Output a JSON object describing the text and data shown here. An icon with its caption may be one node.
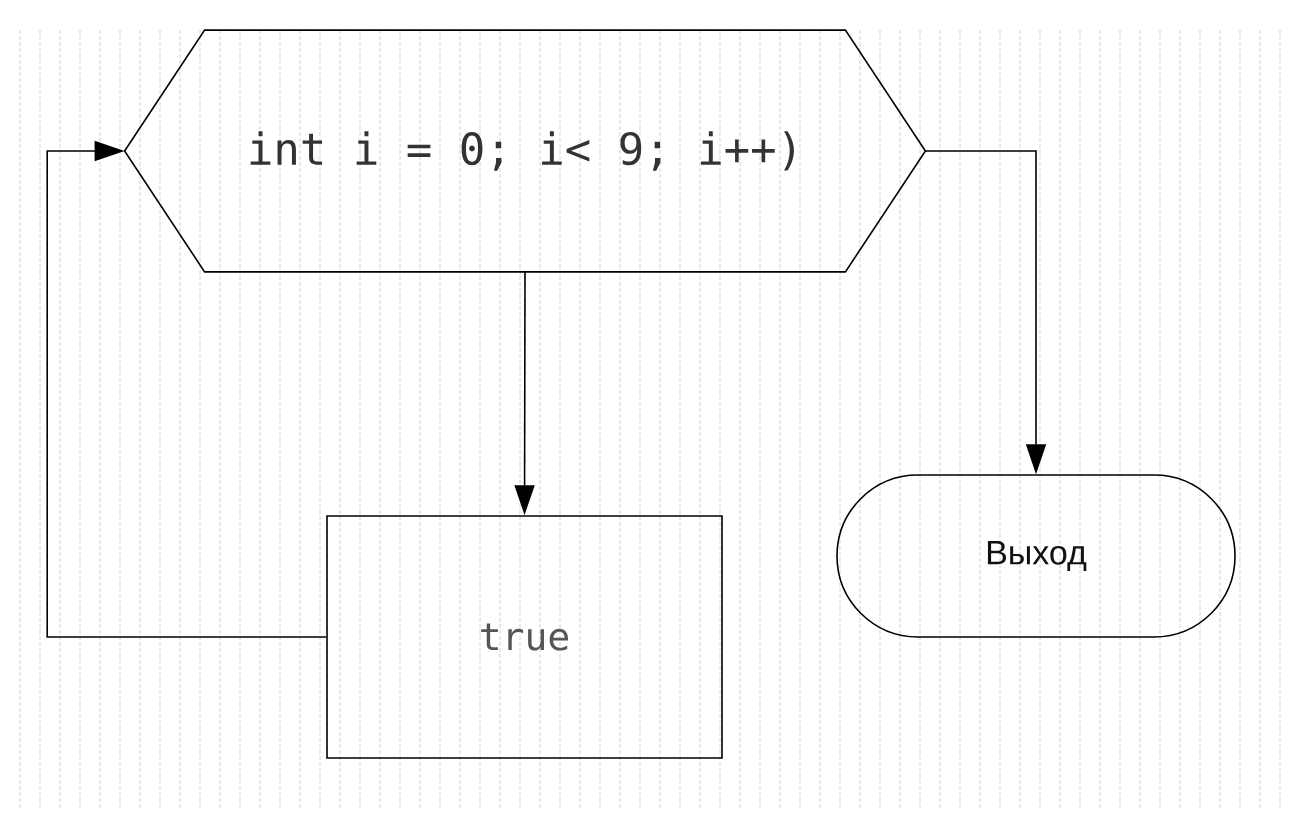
{
  "diagram": {
    "nodes": [
      {
        "text": [
          "int i = 0; i< 9; i++)"
        ]
      },
      {
        "text": [
          "true"
        ]
      },
      {
        "text": [
          "Выход"
        ]
      }
    ],
    "edges": [
      {
        "from": 0,
        "to": 1,
        "arrow": "to"
      },
      {
        "from": 0,
        "to": 2,
        "arrow": "to"
      },
      {
        "from": 1,
        "to": 0,
        "arrow": "to"
      }
    ]
  }
}
